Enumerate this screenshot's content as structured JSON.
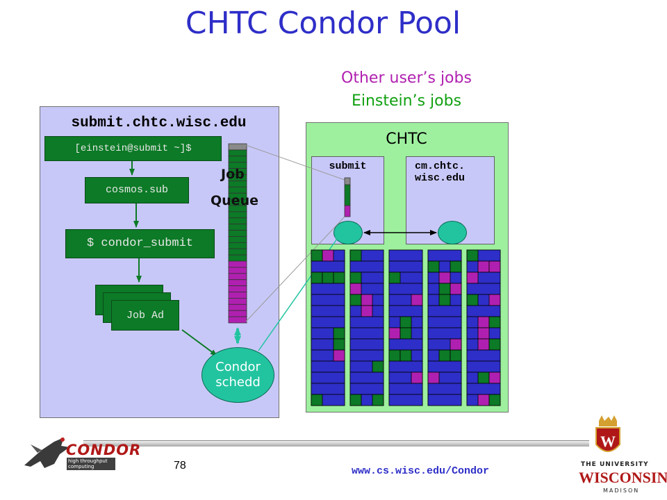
{
  "title": "CHTC Condor Pool",
  "legend": {
    "other_jobs": "Other user’s jobs",
    "einstein_jobs": "Einstein’s jobs"
  },
  "submit_machine": {
    "hostname": "submit.chtc.wisc.edu",
    "prompt": "[einstein@submit ~]$",
    "file": "cosmos.sub",
    "command": "$ condor_submit",
    "job_ad": "Job Ad",
    "queue_label_1": "Job",
    "queue_label_2": "Queue",
    "schedd_line1": "Condor",
    "schedd_line2": "schedd"
  },
  "chtc": {
    "label": "CHTC",
    "submit_node": "submit",
    "cm_node_line1": "cm.chtc.",
    "cm_node_line2": "wisc.edu"
  },
  "footer": {
    "slide_number": "78",
    "url": "www.cs.wisc.edu/Condor"
  },
  "logos": {
    "condor": "CONDOR",
    "condor_tagline": "high throughput computing",
    "uw_top": "THE UNIVERSITY",
    "uw_main": "WISCONSIN",
    "uw_bottom": "MADISON"
  },
  "colors": {
    "title": "#2e2ec8",
    "other_jobs": "#b020b0",
    "einstein_jobs": "#10a010",
    "slot_idle": "#2e2ec8",
    "submit_panel": "#c8c8f8",
    "chtc_panel": "#9ef09e",
    "schedd": "#22c4a0"
  },
  "job_queue": {
    "slots": 29,
    "top_empty_slots": 1,
    "green_jobs": 18,
    "magenta_jobs": 10
  },
  "pool": {
    "rack_rows": 14,
    "racks": [
      {
        "rows": [
          [
            "g",
            "m",
            ""
          ],
          [
            "",
            "",
            ""
          ],
          [
            "g",
            "g",
            "g"
          ],
          [
            "",
            "",
            ""
          ],
          [
            "",
            "",
            ""
          ],
          [
            "",
            "",
            ""
          ],
          [
            "",
            "",
            ""
          ],
          [
            "",
            "",
            "g"
          ],
          [
            "",
            "",
            "g"
          ],
          [
            "",
            "",
            "m"
          ],
          [
            "",
            "",
            ""
          ],
          [
            "",
            "",
            ""
          ],
          [
            "",
            "",
            ""
          ],
          [
            "g",
            "",
            ""
          ]
        ]
      },
      {
        "rows": [
          [
            "g",
            "",
            ""
          ],
          [
            "",
            "",
            ""
          ],
          [
            "g",
            "",
            ""
          ],
          [
            "m",
            "",
            ""
          ],
          [
            "g",
            "m",
            ""
          ],
          [
            "",
            "m",
            ""
          ],
          [
            "",
            "",
            ""
          ],
          [
            "",
            "",
            ""
          ],
          [
            "",
            "",
            ""
          ],
          [
            "",
            "",
            ""
          ],
          [
            "",
            "",
            "g"
          ],
          [
            "",
            "",
            ""
          ],
          [
            "",
            "",
            ""
          ],
          [
            "g",
            "",
            "g"
          ]
        ]
      },
      {
        "rows": [
          [
            "",
            "",
            ""
          ],
          [
            "",
            "",
            ""
          ],
          [
            "g",
            "",
            ""
          ],
          [
            "",
            "",
            ""
          ],
          [
            "",
            "",
            "m"
          ],
          [
            "",
            "",
            ""
          ],
          [
            "",
            "g",
            ""
          ],
          [
            "m",
            "g",
            ""
          ],
          [
            "",
            "",
            ""
          ],
          [
            "g",
            "g",
            ""
          ],
          [
            "",
            "",
            ""
          ],
          [
            "",
            "",
            "m"
          ],
          [
            "",
            "",
            ""
          ],
          [
            "",
            "",
            ""
          ]
        ]
      },
      {
        "rows": [
          [
            "",
            "",
            ""
          ],
          [
            "g",
            "",
            "g"
          ],
          [
            "",
            "m",
            ""
          ],
          [
            "",
            "g",
            "m"
          ],
          [
            "",
            "g",
            ""
          ],
          [
            "",
            "",
            ""
          ],
          [
            "",
            "",
            ""
          ],
          [
            "",
            "",
            ""
          ],
          [
            "",
            "",
            "m"
          ],
          [
            "",
            "g",
            "g"
          ],
          [
            "",
            "",
            ""
          ],
          [
            "m",
            "",
            ""
          ],
          [
            "",
            "",
            ""
          ],
          [
            "",
            "",
            ""
          ]
        ]
      },
      {
        "rows": [
          [
            "g",
            "",
            ""
          ],
          [
            "",
            "m",
            "m"
          ],
          [
            "m",
            "",
            ""
          ],
          [
            "",
            "",
            ""
          ],
          [
            "g",
            "",
            "m"
          ],
          [
            "",
            "",
            ""
          ],
          [
            "",
            "m",
            "g"
          ],
          [
            "",
            "m",
            ""
          ],
          [
            "",
            "m",
            "g"
          ],
          [
            "",
            "",
            ""
          ],
          [
            "",
            "",
            ""
          ],
          [
            "",
            "g",
            "m"
          ],
          [
            "",
            "",
            ""
          ],
          [
            "",
            "m",
            "g"
          ]
        ]
      }
    ]
  }
}
